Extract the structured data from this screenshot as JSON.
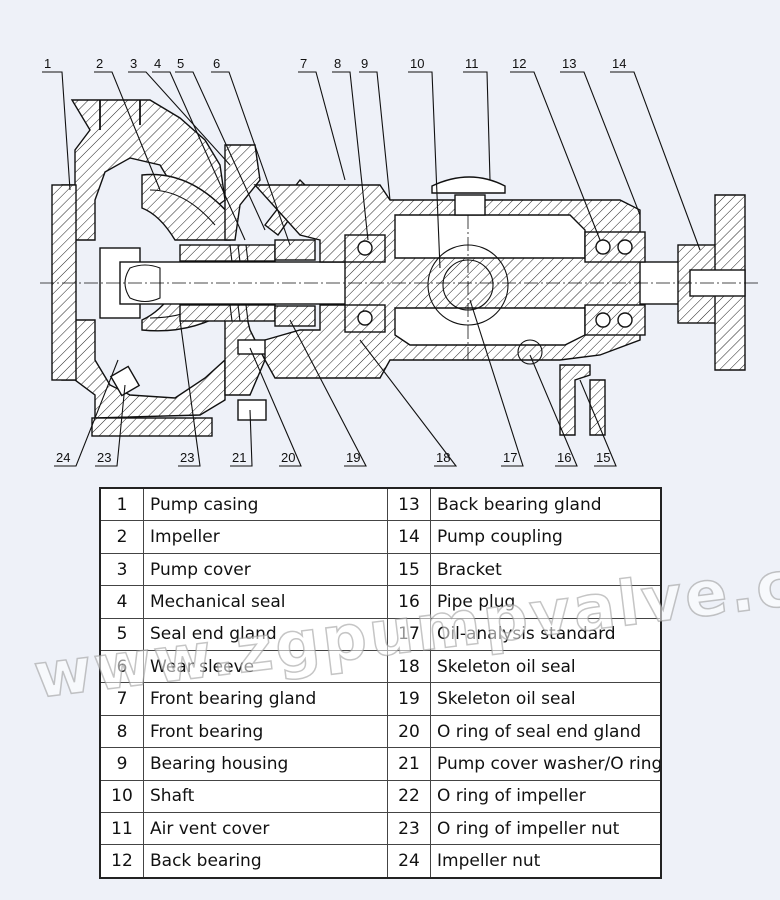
{
  "callouts_top": [
    "1",
    "2",
    "3",
    "4",
    "5",
    "6",
    "7",
    "8",
    "9",
    "10",
    "11",
    "12",
    "13",
    "14"
  ],
  "callouts_bottom": [
    "24",
    "23",
    "23",
    "21",
    "20",
    "19",
    "18",
    "17",
    "16",
    "15"
  ],
  "parts": [
    {
      "no": "1",
      "name": "Pump casing"
    },
    {
      "no": "2",
      "name": "Impeller"
    },
    {
      "no": "3",
      "name": "Pump cover"
    },
    {
      "no": "4",
      "name": "Mechanical seal"
    },
    {
      "no": "5",
      "name": "Seal end gland"
    },
    {
      "no": "6",
      "name": "Wear sleeve"
    },
    {
      "no": "7",
      "name": "Front bearing gland"
    },
    {
      "no": "8",
      "name": "Front bearing"
    },
    {
      "no": "9",
      "name": "Bearing housing"
    },
    {
      "no": "10",
      "name": "Shaft"
    },
    {
      "no": "11",
      "name": "Air vent cover"
    },
    {
      "no": "12",
      "name": "Back bearing"
    },
    {
      "no": "13",
      "name": "Back bearing gland"
    },
    {
      "no": "14",
      "name": "Pump coupling"
    },
    {
      "no": "15",
      "name": "Bracket"
    },
    {
      "no": "16",
      "name": "Pipe plug"
    },
    {
      "no": "17",
      "name": "Oil-analysis standard"
    },
    {
      "no": "18",
      "name": "Skeleton oil seal"
    },
    {
      "no": "19",
      "name": "Skeleton oil seal"
    },
    {
      "no": "20",
      "name": "O ring of seal end gland"
    },
    {
      "no": "21",
      "name": "Pump cover washer/O ring"
    },
    {
      "no": "22",
      "name": "O ring of impeller"
    },
    {
      "no": "23",
      "name": "O ring of impeller nut"
    },
    {
      "no": "24",
      "name": "Impeller nut"
    }
  ],
  "watermark": "www.zgpumpvalve.com"
}
